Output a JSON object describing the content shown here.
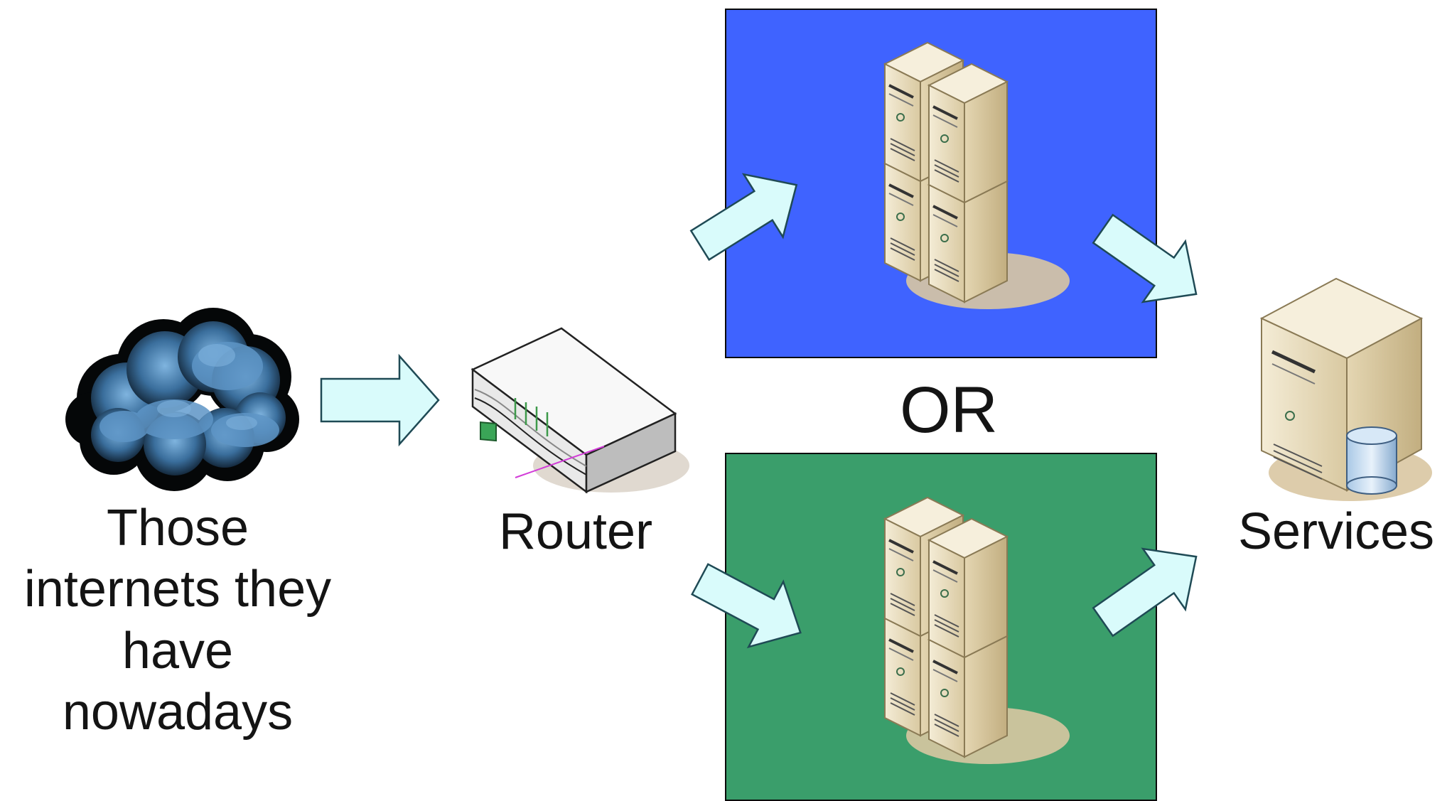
{
  "nodes": {
    "internet_label": [
      "Those",
      "internets they",
      "have",
      "nowadays"
    ],
    "router_label": "Router",
    "services_label": "Services",
    "or_label": "OR"
  },
  "colors": {
    "top_panel": "#3f63ff",
    "bottom_panel": "#3a9e6b",
    "arrow_fill": "#d9fbfb",
    "arrow_stroke": "#1f4a55",
    "server_body": "#ede3c8",
    "cloud": "#3a6e9c"
  },
  "icons": {
    "internet": "cloud-icon",
    "router": "router-icon",
    "server_cluster": "server-cluster-icon",
    "services": "database-server-icon",
    "arrow": "arrow-icon"
  }
}
